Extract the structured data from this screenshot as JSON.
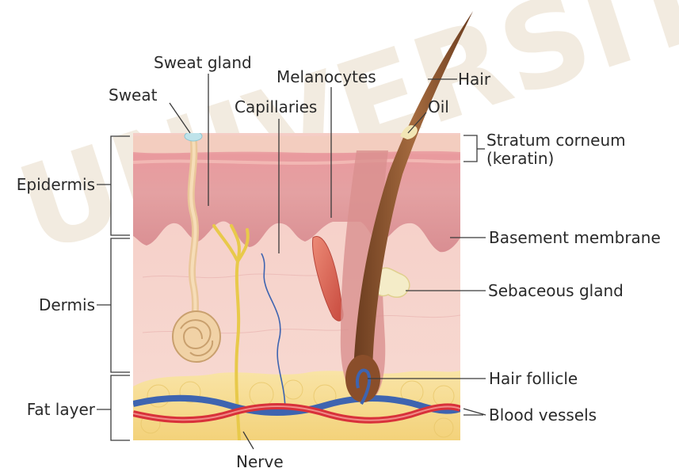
{
  "watermark": "UNIVERSITAS",
  "labels": {
    "sweat_gland": "Sweat gland",
    "sweat": "Sweat",
    "melanocytes": "Melanocytes",
    "hair": "Hair",
    "capillaries": "Capillaries",
    "oil": "Oil",
    "stratum_corneum": "Stratum corneum",
    "keratin": "(keratin)",
    "epidermis": "Epidermis",
    "basement_membrane": "Basement membrane",
    "dermis": "Dermis",
    "sebaceous_gland": "Sebaceous gland",
    "hair_follicle": "Hair follicle",
    "fat_layer": "Fat layer",
    "blood_vessels": "Blood vessels",
    "nerve": "Nerve"
  },
  "colors": {
    "epidermis_top": "#f7c2b8",
    "epidermis": "#e8a0a0",
    "dermis": "#f6d0cb",
    "fat": "#f7df9a",
    "hair": "#8b5532",
    "artery": "#d8313a",
    "vein": "#3e64b0",
    "nerve": "#e8c94a",
    "muscle": "#d65a4a"
  }
}
